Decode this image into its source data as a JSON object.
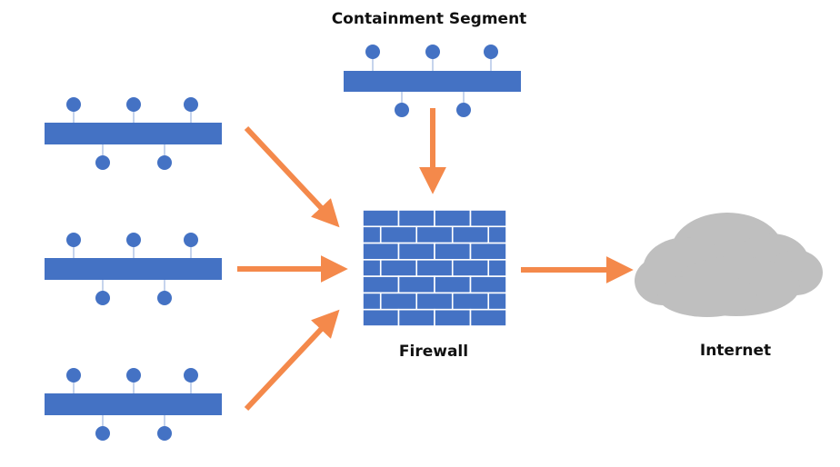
{
  "labels": {
    "containment": "Containment Segment",
    "firewall": "Firewall",
    "internet": "Internet"
  },
  "colors": {
    "segment": "#4472C4",
    "arrow": "#F4894B",
    "brick": "#4472C4",
    "mortar": "#FFFFFF",
    "cloud": "#BFBFBF"
  }
}
